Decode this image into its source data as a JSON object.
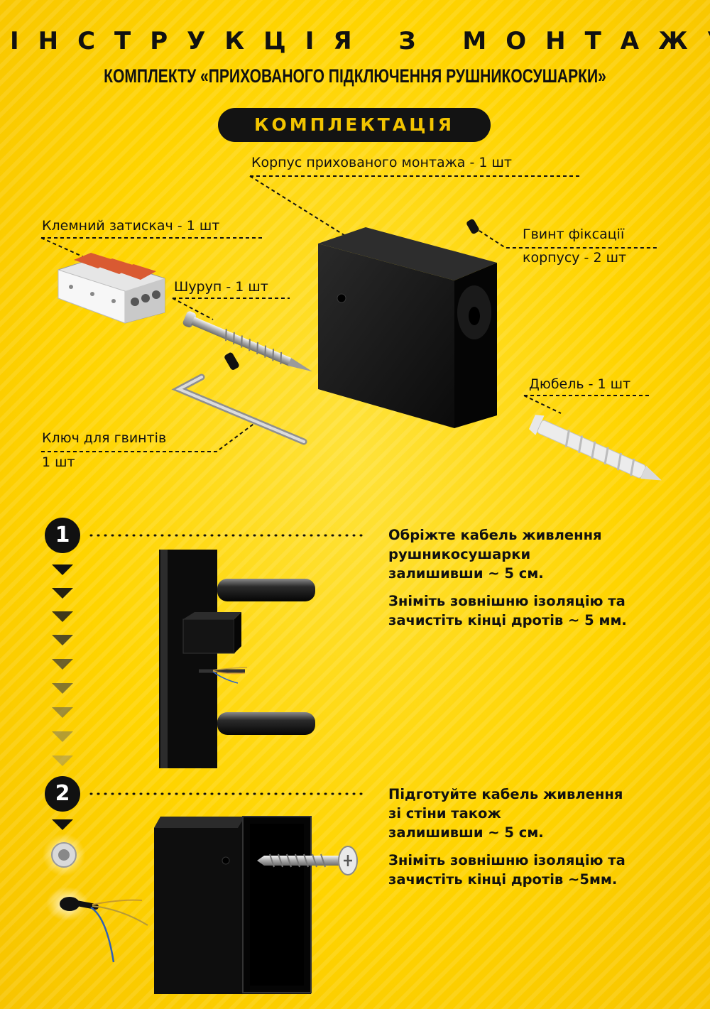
{
  "header": {
    "title": "ІНСТРУКЦІЯ З МОНТАЖУ",
    "subtitle": "КОМПЛЕКТУ «ПРИХОВАНОГО ПІДКЛЮЧЕННЯ РУШНИКОСУШАРКИ»"
  },
  "kit": {
    "heading": "КОМПЛЕКТАЦІЯ",
    "items": {
      "housing": "Корпус прихованого монтажа - 1 шт",
      "terminal": "Клемний затискач - 1 шт",
      "fix_screw_line1": "Гвинт фіксації",
      "fix_screw_line2": "корпусу - 2 шт",
      "wood_screw": "Шуруп - 1 шт",
      "dowel": "Дюбель - 1 шт",
      "key_line1": "Ключ для гвинтів",
      "key_line2": "1 шт"
    }
  },
  "steps": [
    {
      "number": "1",
      "para1_line1": "Обріжте кабель живлення",
      "para1_line2": "рушникосушарки",
      "para1_line3": "залишивши ~ 5 см.",
      "para2_line1": "Зніміть  зовнішню ізоляцію та",
      "para2_line2": "зачистіть кінці дротів ~ 5 мм."
    },
    {
      "number": "2",
      "para1_line1": "Підготуйте кабель живлення",
      "para1_line2": "зі стіни також",
      "para1_line3": "залишивши ~ 5 см.",
      "para2_line1": "Зніміть зовнішню ізоляцію та",
      "para2_line2": "зачистіть кінці дротів ~5мм."
    }
  ],
  "colors": {
    "background": "#ffd400",
    "pill_bg": "#131313",
    "pill_text": "#f2c400",
    "text": "#111111"
  }
}
